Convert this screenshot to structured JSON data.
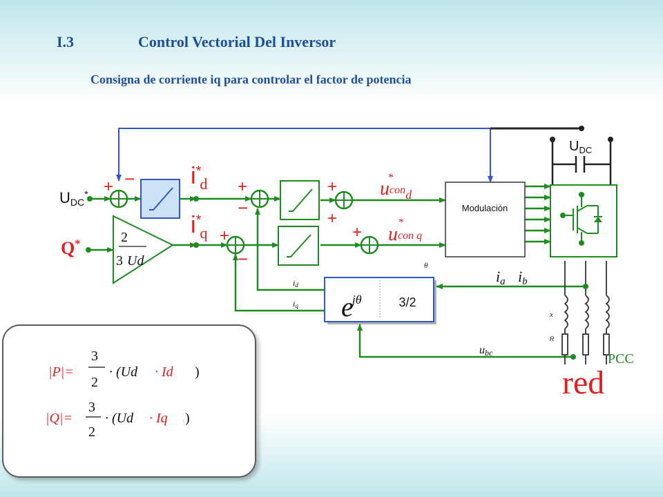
{
  "header": {
    "section_number": "I.3",
    "section_title": "Control Vectorial Del Inversor",
    "subtitle": "Consigna de corriente iq para controlar el factor de potencia"
  },
  "diagram": {
    "udc_input_label": "U",
    "udc_input_sub": "DC",
    "star": "*",
    "q_input_label": "Q",
    "gain_numerator": "2",
    "gain_denominator_num": "3",
    "gain_denominator_var": "Ud",
    "id_ref_label": "i",
    "id_ref_sub": "d",
    "iq_ref_label": "i",
    "iq_ref_sub": "q",
    "ucond_label": "u",
    "ucond_sub": "con",
    "ucond_subsub": "d",
    "uconq_label": "u",
    "uconq_sub": "con",
    "uconq_subsub": "q",
    "plus": "+",
    "minus": "−",
    "modulation_label": "Modulación",
    "udc_cap_label": "U",
    "udc_cap_sub": "DC",
    "theta_label": "θ",
    "transform_exp_base": "e",
    "transform_exp_power": "jθ",
    "transform_ratio": "3/2",
    "id_fb_label": "i",
    "id_fb_sub": "d",
    "iq_fb_label": "i",
    "iq_fb_sub": "q",
    "ia_label": "i",
    "ia_sub": "a",
    "ib_label": "i",
    "ib_sub": "b",
    "ubc_label": "u",
    "ubc_sub": "bc",
    "x_label": "x",
    "r_label": "R",
    "pcc_label": "PCC",
    "grid_label": "red"
  },
  "formulas": {
    "p_lhs": "|P|=",
    "p_num": "3",
    "p_den": "2",
    "p_rhs_open": "· (Ud",
    "p_rhs_var": "· Id",
    "p_rhs_close": ")",
    "q_lhs": "|Q|=",
    "q_num": "3",
    "q_den": "2",
    "q_rhs_open": "· (Ud",
    "q_rhs_var": "· Iq",
    "q_rhs_close": ")"
  },
  "colors": {
    "wire": "#1f8a1f",
    "title": "#1f4e99",
    "red": "#e02020",
    "block_fill": "#cce3f6"
  }
}
